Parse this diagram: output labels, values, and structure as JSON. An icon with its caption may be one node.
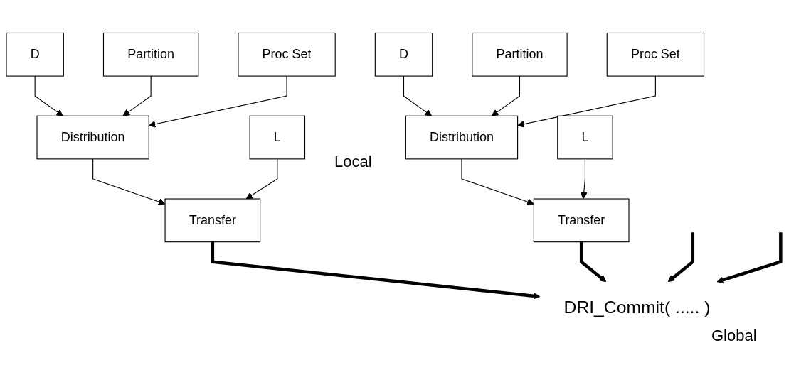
{
  "diagram": {
    "nodes": [
      {
        "text": [
          "D"
        ]
      },
      {
        "text": [
          "Partition"
        ]
      },
      {
        "text": [
          "Proc Set"
        ]
      },
      {
        "text": [
          "Distribution"
        ]
      },
      {
        "text": [
          "L"
        ]
      },
      {
        "text": [
          "Transfer"
        ]
      },
      {
        "text": [
          "D"
        ]
      },
      {
        "text": [
          "Partition"
        ]
      },
      {
        "text": [
          "Proc Set"
        ]
      },
      {
        "text": [
          "Distribution"
        ]
      },
      {
        "text": [
          "L"
        ]
      },
      {
        "text": [
          "Transfer"
        ]
      },
      {
        "text": [
          "DRI_Commit( ..... )"
        ]
      }
    ],
    "edges": [
      {
        "from": 0,
        "to": 3,
        "arrow": "to"
      },
      {
        "from": 1,
        "to": 3,
        "arrow": "to"
      },
      {
        "from": 2,
        "to": 3,
        "arrow": "to"
      },
      {
        "from": 3,
        "to": 5,
        "arrow": "to"
      },
      {
        "from": 4,
        "to": 5,
        "arrow": "to"
      },
      {
        "from": 6,
        "to": 9,
        "arrow": "to"
      },
      {
        "from": 7,
        "to": 9,
        "arrow": "to"
      },
      {
        "from": 8,
        "to": 9,
        "arrow": "to"
      },
      {
        "from": 9,
        "to": 11,
        "arrow": "to"
      },
      {
        "from": 10,
        "to": 11,
        "arrow": "to"
      },
      {
        "from": 5,
        "to": 12,
        "arrow": "to",
        "style": "thick"
      },
      {
        "from": 11,
        "to": 12,
        "arrow": "to",
        "style": "thick"
      },
      {
        "from": null,
        "to": 12,
        "arrow": "to",
        "style": "thick"
      },
      {
        "from": null,
        "to": 12,
        "arrow": "to",
        "style": "thick"
      }
    ],
    "labels": [
      "Local",
      "Global"
    ]
  }
}
